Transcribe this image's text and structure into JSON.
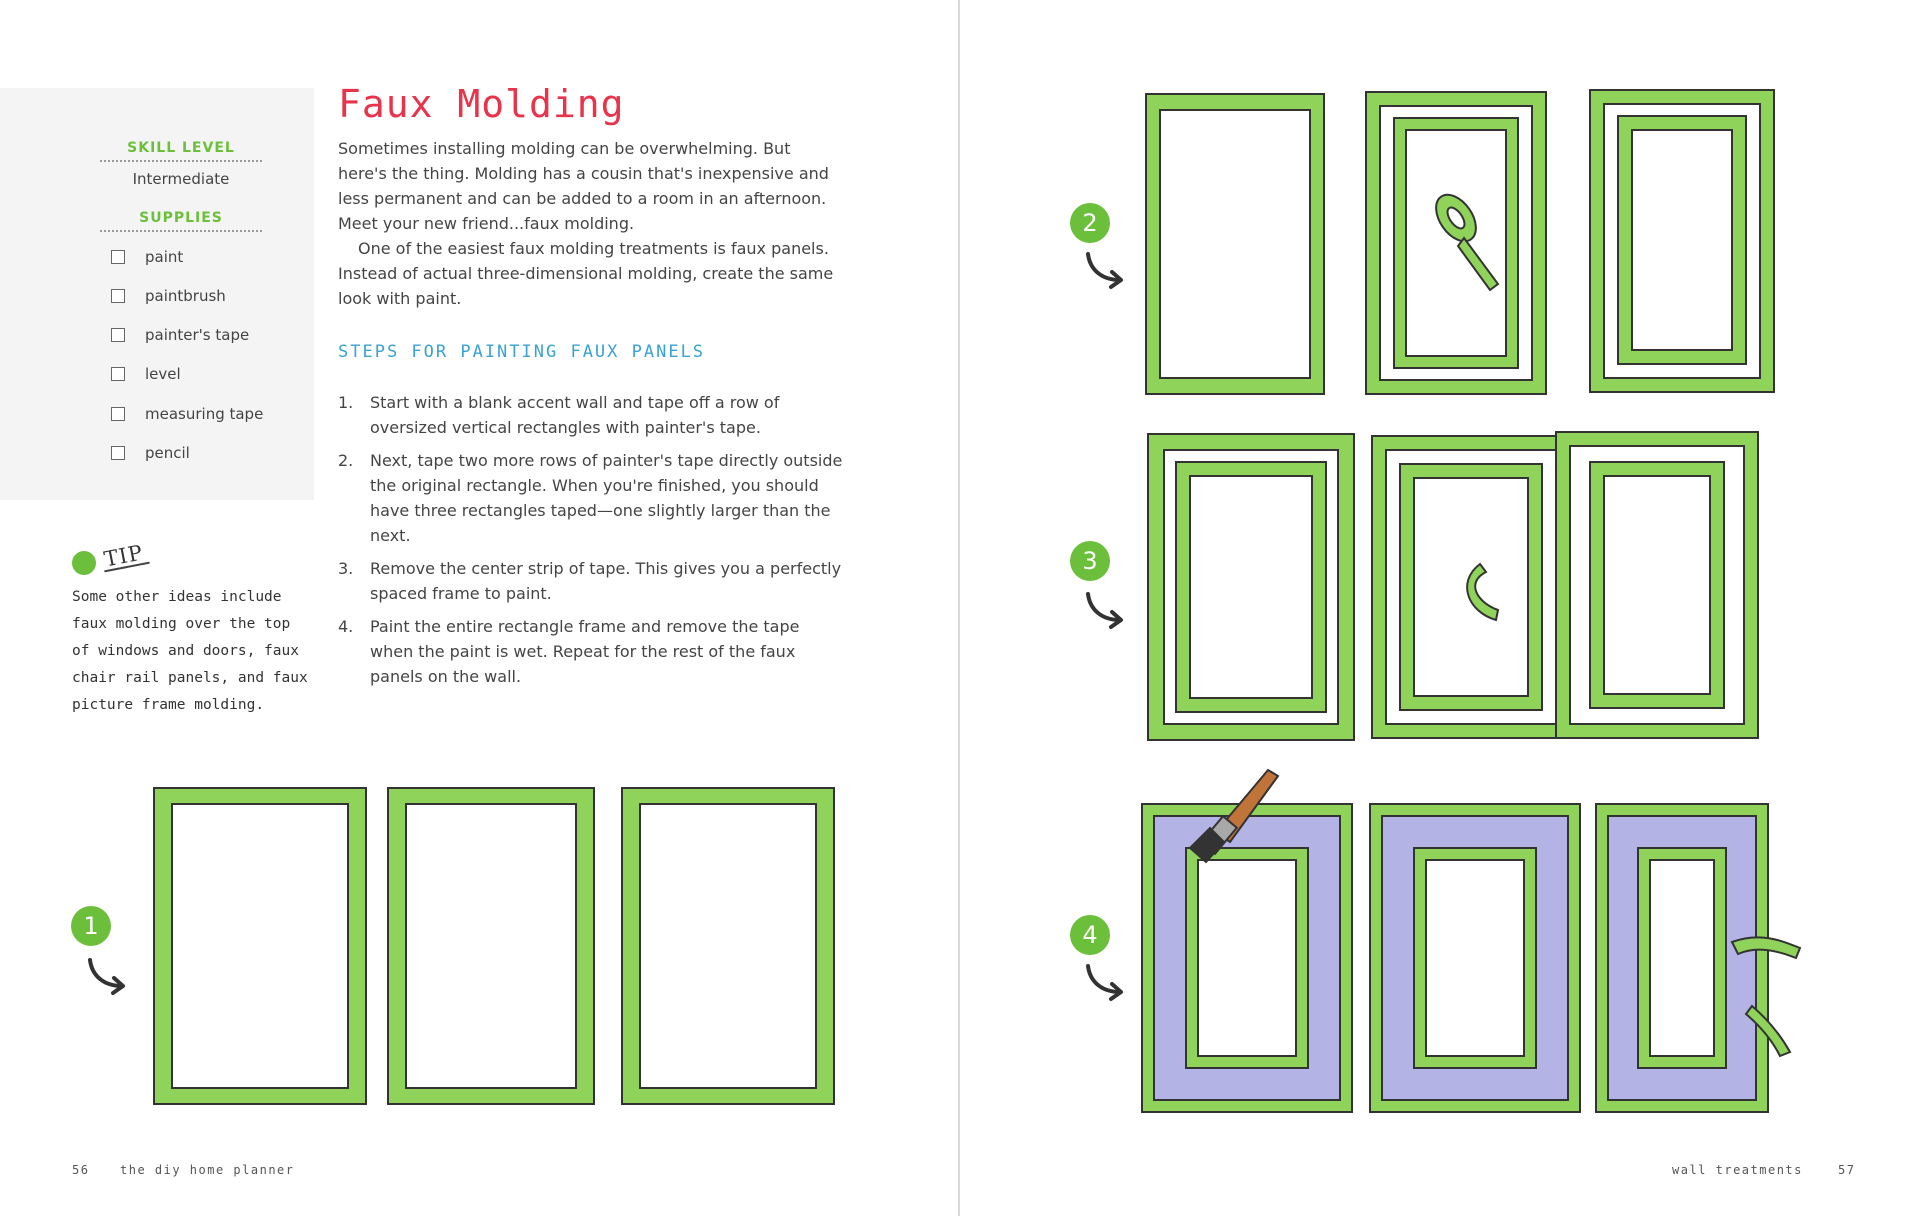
{
  "left_page": {
    "sidebar": {
      "skill_level_heading": "SKILL LEVEL",
      "skill_level_value": "Intermediate",
      "supplies_heading": "SUPPLIES",
      "supplies": [
        "paint",
        "paintbrush",
        "painter's tape",
        "level",
        "measuring tape",
        "pencil"
      ]
    },
    "title": "Faux Molding",
    "intro": [
      "Sometimes installing molding can be overwhelming. But here's the thing. Molding has a cousin that's inexpensive and less permanent and can be added to a room in an afternoon. Meet your new friend...faux molding.",
      "One of the easiest faux molding treatments is faux panels. Instead of actual three-dimensional molding, create the same look with paint."
    ],
    "steps_heading": "STEPS FOR PAINTING FAUX PANELS",
    "steps": [
      {
        "num": "1.",
        "text": "Start with a blank accent wall and tape off a row of oversized vertical rectangles with painter's tape."
      },
      {
        "num": "2.",
        "text": "Next, tape two more rows of painter's tape directly outside the original rectangle. When you're finished, you should have three rectangles taped—one slightly larger than the next."
      },
      {
        "num": "3.",
        "text": "Remove the center strip of tape. This gives you a perfectly spaced frame to paint."
      },
      {
        "num": "4.",
        "text": "Paint the entire rectangle frame and remove the tape when the paint is wet. Repeat for the rest of the faux panels on the wall."
      }
    ],
    "tip": {
      "label": "TIP",
      "text": "Some other ideas include faux molding over the top of windows and doors, faux chair rail panels, and faux picture frame molding."
    },
    "footer_page_number": "56",
    "footer_title": "the diy home planner",
    "illustration_step": "1"
  },
  "right_page": {
    "step_labels": [
      "2",
      "3",
      "4"
    ],
    "footer_section": "wall treatments",
    "footer_page_number": "57"
  },
  "colors": {
    "tape_green": "#8fd35a",
    "tape_green_dark": "#6cbf3a",
    "paint_lavender": "#b4b3e6",
    "title_red": "#e8334a",
    "heading_blue": "#3aa2d2",
    "sidebar_bg": "#f4f4f4"
  },
  "icons": [
    "arrow-icon",
    "paintbrush-icon",
    "tape-roll-icon",
    "checkbox-icon",
    "tip-dot-icon"
  ]
}
